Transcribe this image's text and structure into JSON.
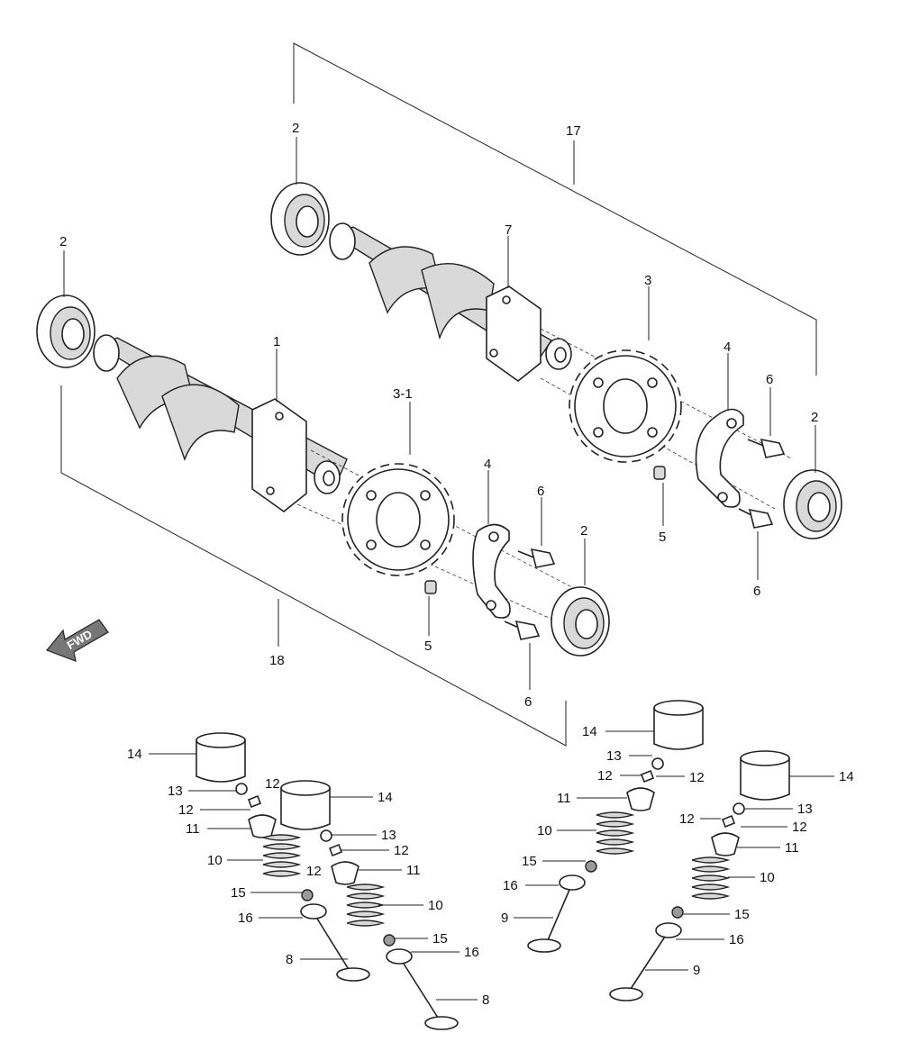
{
  "fwd_label": "FWD",
  "callouts": [
    {
      "id": "c17",
      "text": "17"
    },
    {
      "id": "c2a",
      "text": "2"
    },
    {
      "id": "c2b",
      "text": "2"
    },
    {
      "id": "c7",
      "text": "7"
    },
    {
      "id": "c3",
      "text": "3"
    },
    {
      "id": "c4a",
      "text": "4"
    },
    {
      "id": "c6a",
      "text": "6"
    },
    {
      "id": "c2c",
      "text": "2"
    },
    {
      "id": "c1",
      "text": "1"
    },
    {
      "id": "c31",
      "text": "3-1"
    },
    {
      "id": "c4b",
      "text": "4"
    },
    {
      "id": "c6b",
      "text": "6"
    },
    {
      "id": "c2d",
      "text": "2"
    },
    {
      "id": "c5a",
      "text": "5"
    },
    {
      "id": "c6c",
      "text": "6"
    },
    {
      "id": "c5b",
      "text": "5"
    },
    {
      "id": "c18",
      "text": "18"
    },
    {
      "id": "c6d",
      "text": "6"
    },
    {
      "id": "v14a",
      "text": "14"
    },
    {
      "id": "v13a",
      "text": "13"
    },
    {
      "id": "v12a",
      "text": "12"
    },
    {
      "id": "v12b",
      "text": "12"
    },
    {
      "id": "v11a",
      "text": "11"
    },
    {
      "id": "v10a",
      "text": "10"
    },
    {
      "id": "v15a",
      "text": "15"
    },
    {
      "id": "v16a",
      "text": "16"
    },
    {
      "id": "v8a",
      "text": "8"
    },
    {
      "id": "v14b",
      "text": "14"
    },
    {
      "id": "v13b",
      "text": "13"
    },
    {
      "id": "v12c",
      "text": "12"
    },
    {
      "id": "v12d",
      "text": "12"
    },
    {
      "id": "v11b",
      "text": "11"
    },
    {
      "id": "v10b",
      "text": "10"
    },
    {
      "id": "v15b",
      "text": "15"
    },
    {
      "id": "v16b",
      "text": "16"
    },
    {
      "id": "v8b",
      "text": "8"
    },
    {
      "id": "v14c",
      "text": "14"
    },
    {
      "id": "v13c",
      "text": "13"
    },
    {
      "id": "v12e",
      "text": "12"
    },
    {
      "id": "v12f",
      "text": "12"
    },
    {
      "id": "v11c",
      "text": "11"
    },
    {
      "id": "v10c",
      "text": "10"
    },
    {
      "id": "v15c",
      "text": "15"
    },
    {
      "id": "v16c",
      "text": "16"
    },
    {
      "id": "v9a",
      "text": "9"
    },
    {
      "id": "v14d",
      "text": "14"
    },
    {
      "id": "v13d",
      "text": "13"
    },
    {
      "id": "v12g",
      "text": "12"
    },
    {
      "id": "v12h",
      "text": "12"
    },
    {
      "id": "v11d",
      "text": "11"
    },
    {
      "id": "v10d",
      "text": "10"
    },
    {
      "id": "v15d",
      "text": "15"
    },
    {
      "id": "v16d",
      "text": "16"
    },
    {
      "id": "v9b",
      "text": "9"
    }
  ]
}
